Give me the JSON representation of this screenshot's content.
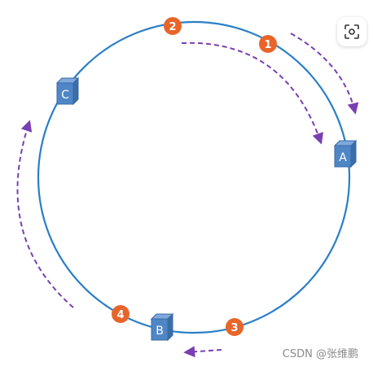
{
  "diagram": {
    "ring_color": "#2a7fc7",
    "arrow_color": "#7a3fb0",
    "server_color": "#4f86c6",
    "key_color": "#e8652a",
    "servers": [
      {
        "label": "A"
      },
      {
        "label": "B"
      },
      {
        "label": "C"
      }
    ],
    "keys": [
      {
        "label": "1"
      },
      {
        "label": "2"
      },
      {
        "label": "3"
      },
      {
        "label": "4"
      }
    ]
  },
  "toolbar": {
    "icon": "visual-search-icon"
  },
  "watermark": {
    "text": "CSDN @张维鹏"
  }
}
